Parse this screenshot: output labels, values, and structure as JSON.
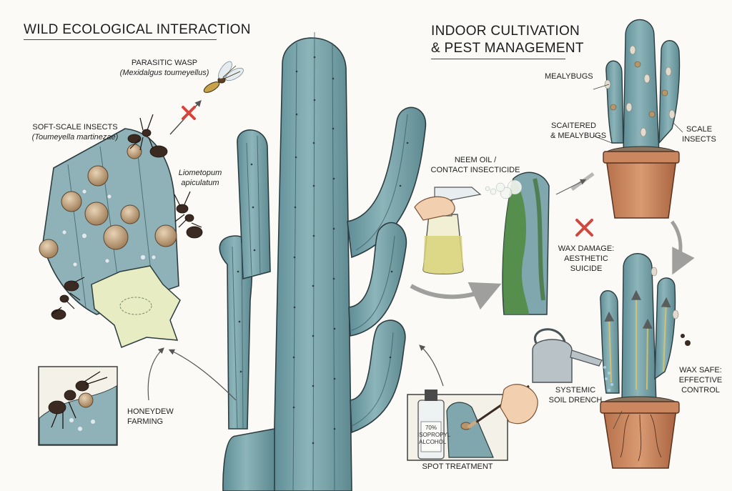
{
  "headings": {
    "wild": "WILD ECOLOGICAL INTERACTION",
    "indoor_line1": "INDOOR CULTIVATION",
    "indoor_line2": "& PEST MANAGEMENT"
  },
  "labels": {
    "wasp_name": "PARASITIC WASP",
    "wasp_species": "(Mexidalgus toumeyellus)",
    "scale_name": "SOFT-SCALE INSECTS",
    "scale_species": "(Toumeyella martinezae)",
    "ant_line1": "Liometopum",
    "ant_line2": "apiculatum",
    "honeydew_line1": "HONEYDEW",
    "honeydew_line2": "FARMING",
    "mealybugs": "MEALYBUGS",
    "scattered_line1": "SCAITERED",
    "scattered_line2": "& MEALYBUGS",
    "scale_line1": "SCALE",
    "scale_line2": "INSECTS",
    "neem_line1": "NEEM OIL /",
    "neem_line2": "CONTACT INSECTICIDE",
    "wax_damage_line1": "WAX DAMAGE:",
    "wax_damage_line2": "AESTHETIC",
    "wax_damage_line3": "SUICIDE",
    "systemic_line1": "SYSTEMIC",
    "systemic_line2": "SOIL DRENCH",
    "wax_safe_line1": "WAX SAFE:",
    "wax_safe_line2": "EFFECTIVE",
    "wax_safe_line3": "CONTROL",
    "spot_treatment": "SPOT TREATMENT",
    "bottle_line1": "70%",
    "bottle_line2": "ISOPROPYL",
    "bottle_line3": "ALCOHOL"
  },
  "colors": {
    "cactus": "#7fa7ad",
    "cactus_dark": "#4f7b84",
    "pot": "#c98a63",
    "ant": "#3a2a22",
    "scale": "#c9a883",
    "x_mark": "#d6453c",
    "mold": "#4f8a3c",
    "flesh": "#e6ebc0"
  },
  "icons": [
    "parasitic-wasp-icon",
    "ant-icon",
    "x-mark-icon",
    "spray-bottle-icon",
    "watering-can-icon",
    "alcohol-bottle-icon",
    "brush-icon",
    "hand-icon"
  ]
}
